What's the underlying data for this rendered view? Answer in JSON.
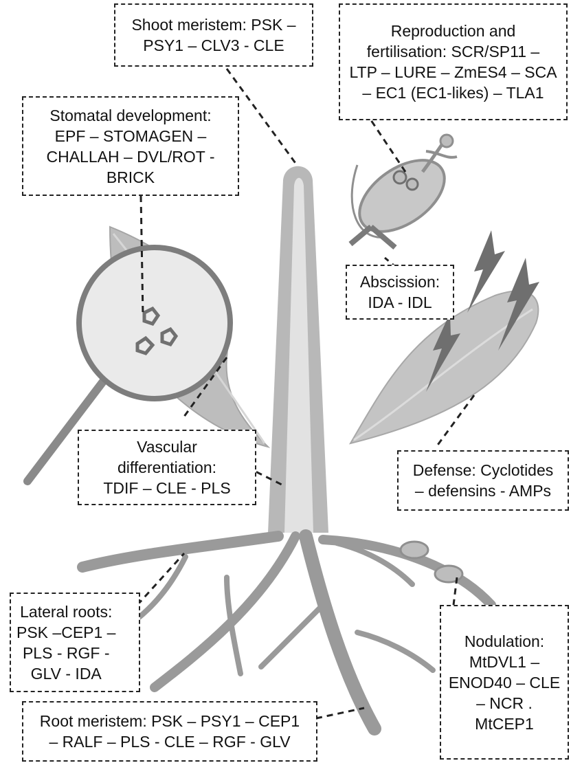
{
  "diagram": {
    "boxes": {
      "shoot_meristem": "Shoot meristem: PSK –\nPSY1 – CLV3 - CLE",
      "reproduction": "Reproduction and\nfertilisation: SCR/SP11 –\nLTP – LURE – ZmES4 – SCA\n– EC1 (EC1-likes) – TLA1",
      "stomatal": "Stomatal development:\nEPF – STOMAGEN –\nCHALLAH – DVL/ROT -\nBRICK",
      "abscission": "Abscission:\nIDA - IDL",
      "vascular": "Vascular\ndifferentiation:\nTDIF – CLE - PLS",
      "defense": "Defense: Cyclotides\n– defensins - AMPs",
      "lateral_roots": "Lateral roots:\nPSK –CEP1 –\nPLS - RGF -\nGLV - IDA",
      "nodulation": "Nodulation:\nMtDVL1 –\nENOD40 – CLE\n– NCR .\nMtCEP1",
      "root_meristem": "Root meristem: PSK – PSY1 – CEP1\n– RALF – PLS - CLE – RGF - GLV"
    },
    "colors": {
      "stem_outer": "#b8b8b8",
      "stem_core": "#e2e2e2",
      "root": "#9a9a9a",
      "leaf": "#bdbdbd",
      "lens_ring": "#7d7d7d",
      "lightning": "#6f6f6f",
      "border": "#222222"
    }
  }
}
